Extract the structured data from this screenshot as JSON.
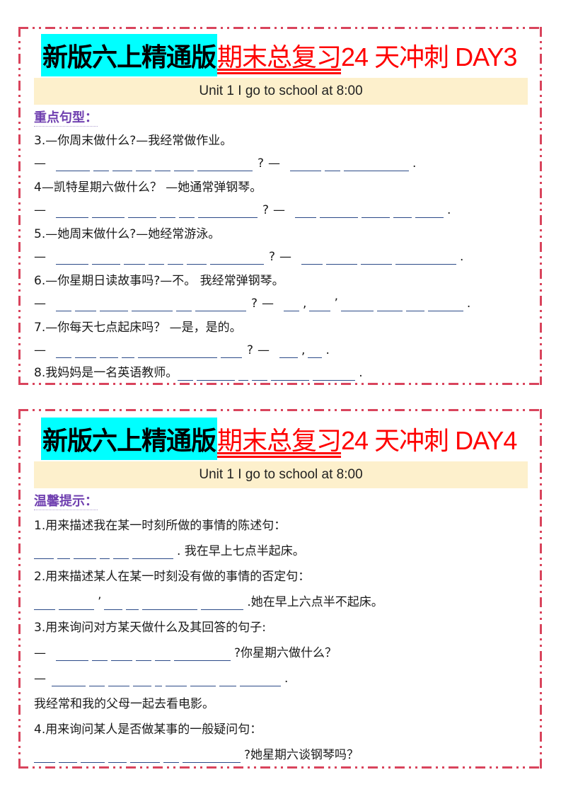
{
  "day3": {
    "title": {
      "highlighted": "新版六上精通版",
      "underlined": "期末总复习 ",
      "rest": "24 天冲刺  DAY3"
    },
    "unit_bar": "Unit 1 I go to school at 8:00",
    "section_head": "重点句型：",
    "items": [
      {
        "prompt": "3.—你周末做什么?—我经常做作业。",
        "answer_q_end": "?",
        "answer_a_end": "."
      },
      {
        "prompt": "4—凯特星期六做什么？ —她通常弹钢琴。",
        "answer_q_end": "?",
        "answer_a_end": "."
      },
      {
        "prompt": "5.—她周末做什么?—她经常游泳。",
        "answer_q_end": "?",
        "answer_a_end": "."
      },
      {
        "prompt": "6.—你星期日读故事吗?—不。 我经常弹钢琴。",
        "answer_q_end": "?",
        "answer_a_end": "."
      },
      {
        "prompt": "7.—你每天七点起床吗？ —是，是的。",
        "answer_q_end": "?",
        "answer_a_end": "."
      },
      {
        "prompt": "8.我妈妈是一名英语教师。",
        "answer_a_end": "."
      }
    ],
    "dash": "—",
    "comma": ",",
    "apostrophe": "’"
  },
  "day4": {
    "title": {
      "highlighted": "新版六上精通版",
      "underlined": "期末总复习 ",
      "rest": "24 天冲刺  DAY4"
    },
    "unit_bar": "Unit 1 I go to school at 8:00",
    "section_head": "温馨提示：",
    "items": [
      {
        "prompt": "1.用来描述我在某一时刻所做的事情的陈述句：",
        "answer_suffix": ". 我在早上七点半起床。"
      },
      {
        "prompt": "2.用来描述某人在某一时刻没有做的事情的否定句：",
        "answer_suffix": ".她在早上六点半不起床。"
      },
      {
        "prompt": "3.用来询问对方某天做什么及其回答的句子:",
        "answer_q_suffix": "?你星期六做什么？",
        "answer_a_suffix": ".",
        "answer_cn": "我经常和我的父母一起去看电影。"
      },
      {
        "prompt": "4.用来询问某人是否做某事的一般疑问句：",
        "answer_suffix": "?她星期六谈钢琴吗？"
      }
    ],
    "dash": "—",
    "apostrophe": "’"
  }
}
